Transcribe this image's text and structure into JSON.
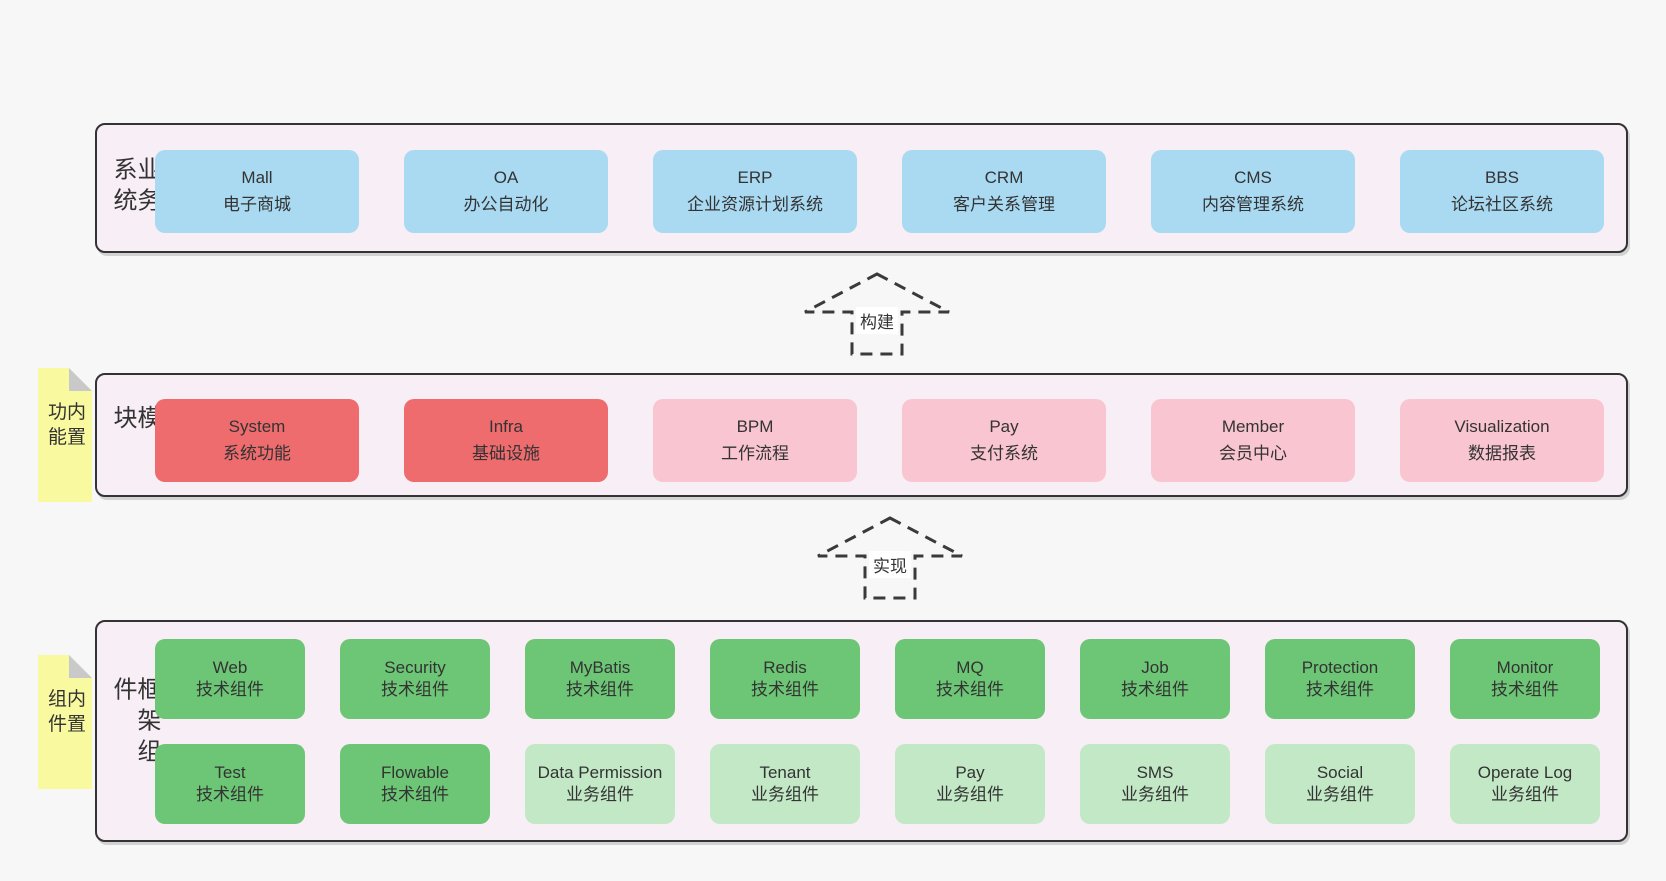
{
  "layers": {
    "business": {
      "label": "业务系统",
      "items": [
        {
          "title": "Mall",
          "subtitle": "电子商城"
        },
        {
          "title": "OA",
          "subtitle": "办公自动化"
        },
        {
          "title": "ERP",
          "subtitle": "企业资源计划系统"
        },
        {
          "title": "CRM",
          "subtitle": "客户关系管理"
        },
        {
          "title": "CMS",
          "subtitle": "内容管理系统"
        },
        {
          "title": "BBS",
          "subtitle": "论坛社区系统"
        }
      ]
    },
    "modules": {
      "label": "通用模块",
      "sticky": "内置功能",
      "items": [
        {
          "title": "System",
          "subtitle": "系统功能",
          "variant": "red"
        },
        {
          "title": "Infra",
          "subtitle": "基础设施",
          "variant": "red"
        },
        {
          "title": "BPM",
          "subtitle": "工作流程",
          "variant": "pink"
        },
        {
          "title": "Pay",
          "subtitle": "支付系统",
          "variant": "pink"
        },
        {
          "title": "Member",
          "subtitle": "会员中心",
          "variant": "pink"
        },
        {
          "title": "Visualization",
          "subtitle": "数据报表",
          "variant": "pink"
        }
      ]
    },
    "components": {
      "label": "框架组件",
      "sticky": "内置组件",
      "row1": [
        {
          "title": "Web",
          "subtitle": "技术组件"
        },
        {
          "title": "Security",
          "subtitle": "技术组件"
        },
        {
          "title": "MyBatis",
          "subtitle": "技术组件"
        },
        {
          "title": "Redis",
          "subtitle": "技术组件"
        },
        {
          "title": "MQ",
          "subtitle": "技术组件"
        },
        {
          "title": "Job",
          "subtitle": "技术组件"
        },
        {
          "title": "Protection",
          "subtitle": "技术组件"
        },
        {
          "title": "Monitor",
          "subtitle": "技术组件"
        }
      ],
      "row2": [
        {
          "title": "Test",
          "subtitle": "技术组件",
          "variant": "green"
        },
        {
          "title": "Flowable",
          "subtitle": "技术组件",
          "variant": "green"
        },
        {
          "title": "Data Permission",
          "subtitle": "业务组件",
          "variant": "green-light"
        },
        {
          "title": "Tenant",
          "subtitle": "业务组件",
          "variant": "green-light"
        },
        {
          "title": "Pay",
          "subtitle": "业务组件",
          "variant": "green-light"
        },
        {
          "title": "SMS",
          "subtitle": "业务组件",
          "variant": "green-light"
        },
        {
          "title": "Social",
          "subtitle": "业务组件",
          "variant": "green-light"
        },
        {
          "title": "Operate Log",
          "subtitle": "业务组件",
          "variant": "green-light"
        }
      ]
    }
  },
  "arrows": [
    {
      "label": "构建"
    },
    {
      "label": "实现"
    }
  ],
  "colors": {
    "page_bg": "#f7f7f7",
    "layer_bg": "#f8eef6",
    "border": "#333333",
    "blue": "#a9daf2",
    "red": "#ee6b6e",
    "pink": "#f9c5d0",
    "green": "#6cc675",
    "green_light": "#c2e8c6",
    "sticky_yellow": "#f9f9a0",
    "sticky_fold": "#c9c9c9",
    "text": "#333333"
  }
}
